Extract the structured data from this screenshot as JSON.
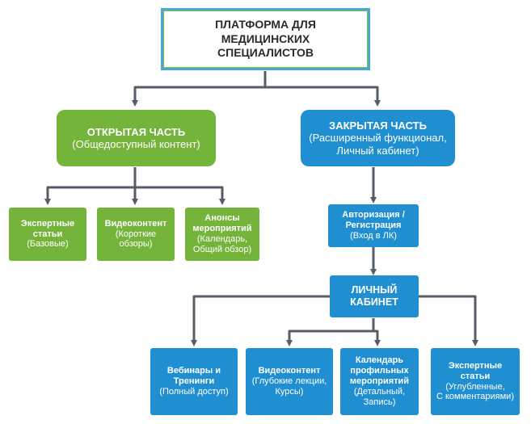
{
  "root": {
    "title": "ПЛАТФОРМА ДЛЯ\nМЕДИЦИНСКИХ\nСПЕЦИАЛИСТОВ"
  },
  "open": {
    "title": "ОТКРЫТАЯ ЧАСТЬ",
    "subtitle": "(Общедоступный контент)"
  },
  "closed": {
    "title": "ЗАКРЫТАЯ ЧАСТЬ",
    "subtitle": "(Расширенный функционал,\nЛичный кабинет)"
  },
  "open_children": [
    {
      "title": "Экспертные\nстатьи",
      "subtitle": "(Базовые)"
    },
    {
      "title": "Видеоконтент",
      "subtitle": "(Короткие\nобзоры)"
    },
    {
      "title": "Анонсы\nмероприятий",
      "subtitle": "(Календарь,\nОбщий обзор)"
    }
  ],
  "auth": {
    "title": "Авторизация /\nРегистрация",
    "subtitle": "(Вход в ЛК)"
  },
  "cabinet": {
    "title": "ЛИЧНЫЙ\nКАБИНЕТ"
  },
  "cabinet_children": [
    {
      "title": "Вебинары и\nТренинги",
      "subtitle": "(Полный доступ)"
    },
    {
      "title": "Видеоконтент",
      "subtitle": "(Глубокие лекции,\nКурсы)"
    },
    {
      "title": "Календарь\nпрофильных\nмероприятий",
      "subtitle": "(Детальный,\nЗапись)"
    },
    {
      "title": "Экспертные\nстатьи",
      "subtitle": "(Углубленные,\nС комментариями)"
    }
  ],
  "colors": {
    "green": "#75b43b",
    "blue": "#1f8fd2",
    "connector": "#555d66"
  }
}
